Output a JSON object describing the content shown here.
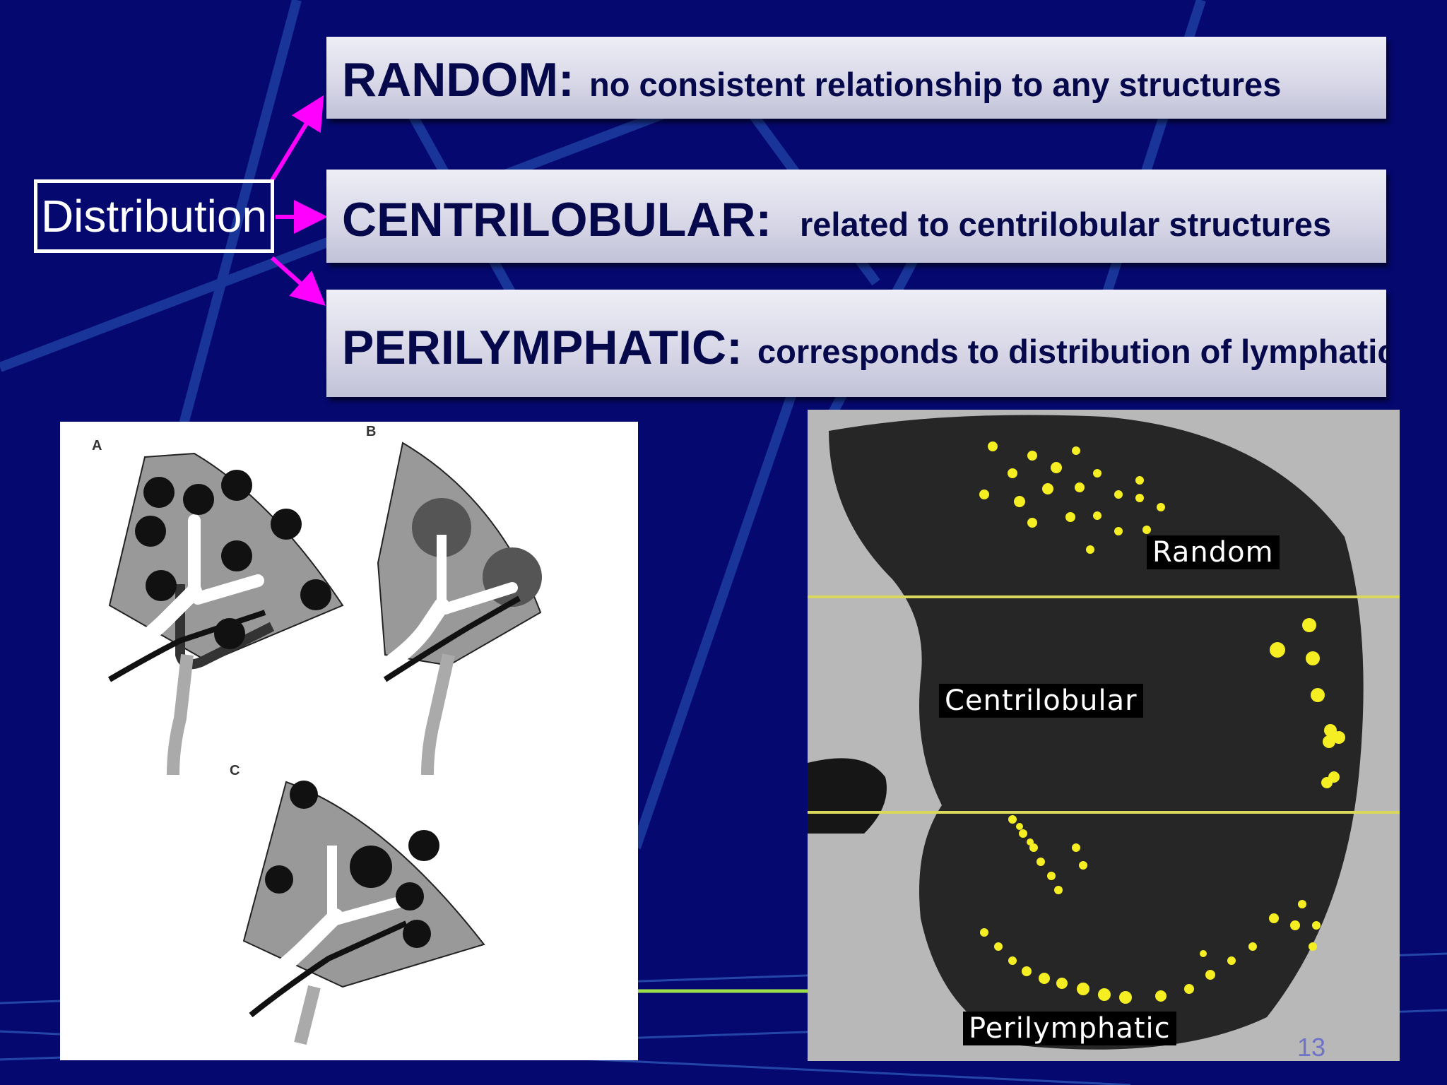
{
  "slide": {
    "page_number": "13",
    "root_label": "Distribution",
    "categories": [
      {
        "title": "RANDOM:",
        "description": "no consistent relationship to any structures"
      },
      {
        "title": "CENTRILOBULAR:",
        "description": "related to centrilobular structures"
      },
      {
        "title": "PERILYMPHATIC:",
        "description": "corresponds to distribution of lymphatics"
      }
    ],
    "diagram_labels": [
      "A",
      "B",
      "C"
    ],
    "ct_labels": [
      "Random",
      "Centrilobular",
      "Perilymphatic"
    ]
  },
  "colors": {
    "background": "#05086e",
    "arrow": "#ff00ff",
    "box_text": "#05084a",
    "nodule_highlight": "#f4ee22"
  }
}
